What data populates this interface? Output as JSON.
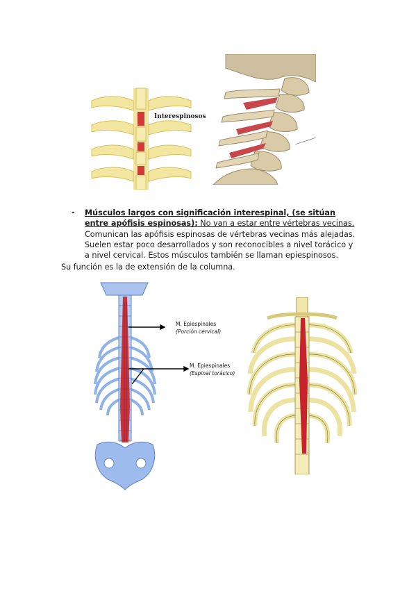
{
  "figure_top_left": {
    "label": "Interespinosos"
  },
  "bullet": {
    "marker": "-",
    "heading_line1": "Músculos largos con significación interespinal, (se sitúan",
    "heading_line2": "entre apófisis espinosas):",
    "line2_rest": " No van a estar entre vértebras vecinas.",
    "line3": "Comunican las apófisis espinosas de vértebras vecinas más alejadas.",
    "line4": "Suelen estar poco desarrollados y son reconocibles a nivel torácico y",
    "line5": "a nivel cervical. Estos músculos también se llaman epiespinosos."
  },
  "paragraph": {
    "text": "Su función es la de extensión de la columna."
  },
  "figure_bottom_left": {
    "label1_line1": "M. Epiespinales",
    "label1_line2": "(Porción cervical)",
    "label2_line1": "M. Epiespinales",
    "label2_line2": "(Espinal torácico)"
  },
  "colors": {
    "bone": "#f3e6a0",
    "bone_dark": "#d8c15a",
    "muscle": "#c8232c",
    "blue_bone": "#8fb3e8",
    "text": "#1a1a1a"
  }
}
